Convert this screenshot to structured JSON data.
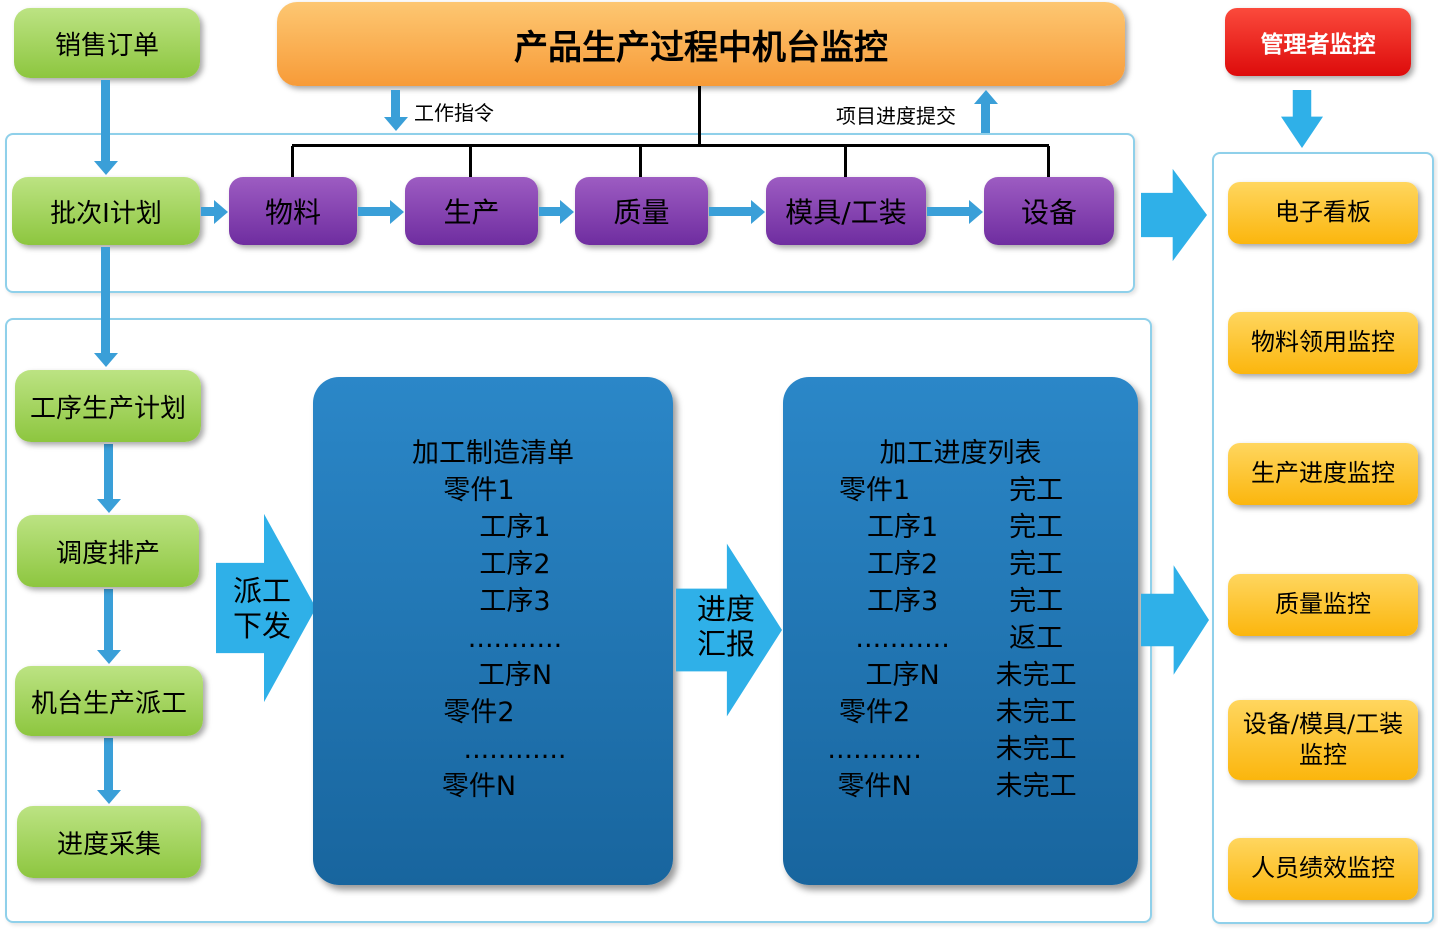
{
  "top": {
    "sales_order": "销售订单",
    "banner_title": "产品生产过程中机台监控",
    "manager_monitor": "管理者监控",
    "work_instruction_label": "工作指令",
    "progress_submit_label": "项目进度提交"
  },
  "plan_row": {
    "batch_plan": "批次I计划",
    "stages": [
      {
        "label": "物料"
      },
      {
        "label": "生产"
      },
      {
        "label": "质量"
      },
      {
        "label": "模具/工装"
      },
      {
        "label": "设备"
      }
    ]
  },
  "left_flow": {
    "steps": [
      {
        "label": "工序生产计划"
      },
      {
        "label": "调度排产"
      },
      {
        "label": "机台生产派工"
      },
      {
        "label": "进度采集"
      }
    ]
  },
  "dispatch_arrow": {
    "line1": "派工",
    "line2": "下发"
  },
  "report_arrow": {
    "line1": "进度",
    "line2": "汇报"
  },
  "manufacture_list": {
    "title": "加工制造清单",
    "items": [
      {
        "label": "零件1"
      },
      {
        "label": "工序1"
      },
      {
        "label": "工序2"
      },
      {
        "label": "工序3"
      },
      {
        "label": "..........."
      },
      {
        "label": "工序N"
      },
      {
        "label": "零件2"
      },
      {
        "label": "............"
      },
      {
        "label": "零件N"
      }
    ]
  },
  "progress_list": {
    "title": "加工进度列表",
    "rows": [
      {
        "item": "零件1",
        "status": "完工"
      },
      {
        "item": "工序1",
        "status": "完工"
      },
      {
        "item": "工序2",
        "status": "完工"
      },
      {
        "item": "工序3",
        "status": "完工"
      },
      {
        "item": "...........",
        "status": "返工"
      },
      {
        "item": "工序N",
        "status": "未完工"
      },
      {
        "item": "零件2",
        "status": "未完工"
      },
      {
        "item": "...........",
        "status": "未完工"
      },
      {
        "item": "零件N",
        "status": "未完工"
      }
    ]
  },
  "monitor_panel": {
    "items": [
      {
        "label": "电子看板"
      },
      {
        "label": "物料领用监控"
      },
      {
        "label": "生产进度监控"
      },
      {
        "label": "质量监控"
      },
      {
        "label": "设备/模具/工装监控"
      },
      {
        "label": "人员绩效监控"
      }
    ]
  },
  "colors": {
    "green_box": "#8dc63f",
    "orange_banner": "#f79b38",
    "red_box": "#dd0b0b",
    "purple_box": "#6f2da0",
    "blue_list_box": "#1e6fb2",
    "yellow_box": "#fbb60d",
    "arrow_blue": "#2fb0e8",
    "container_border": "#8fd0ea"
  }
}
